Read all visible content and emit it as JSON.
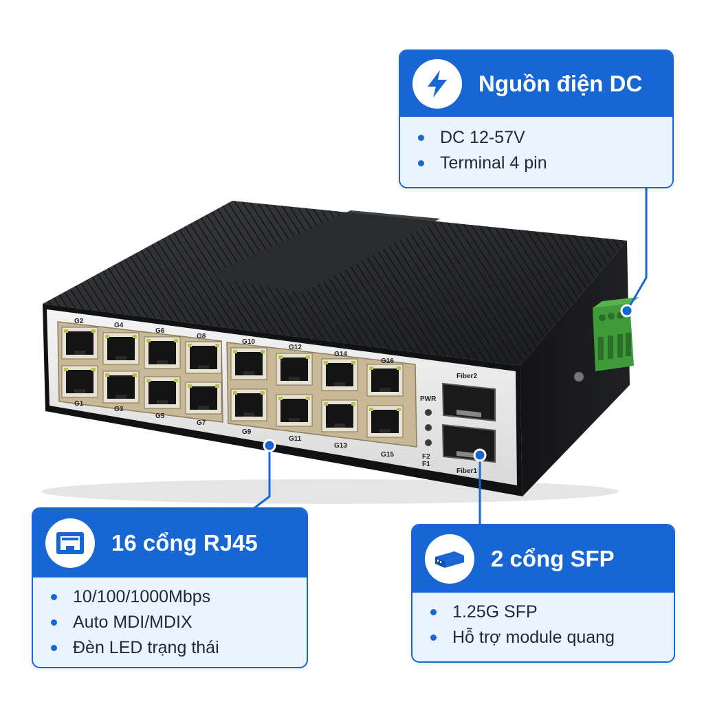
{
  "callouts": {
    "power": {
      "title": "Nguồn điện DC",
      "icon": "lightning-icon",
      "items": [
        "DC 12-57V",
        "Terminal 4 pin"
      ]
    },
    "rj45": {
      "title": "16 cổng RJ45",
      "icon": "ethernet-port-icon",
      "items": [
        "10/100/1000Mbps",
        "Auto MDI/MDIX",
        "Đèn LED trạng thái"
      ]
    },
    "sfp": {
      "title": "2 cổng SFP",
      "icon": "sfp-module-icon",
      "items": [
        "1.25G SFP",
        "Hỗ trợ module quang"
      ]
    }
  },
  "device": {
    "port_labels": {
      "top": [
        "G2",
        "G4",
        "G6",
        "G8",
        "G10",
        "G12",
        "G14",
        "G16"
      ],
      "bottom": [
        "G1",
        "G3",
        "G5",
        "G7",
        "G9",
        "G11",
        "G13",
        "G15"
      ]
    },
    "led_labels": {
      "pwr": "PWR",
      "f2": "F2",
      "f1": "F1"
    },
    "fiber_labels": {
      "top": "Fiber2",
      "bottom": "Fiber1"
    }
  },
  "colors": {
    "accent": "#1766d3",
    "card_bg": "#eaf3fe",
    "housing": "#1b1c1e",
    "terminal": "#3f9a3a"
  }
}
